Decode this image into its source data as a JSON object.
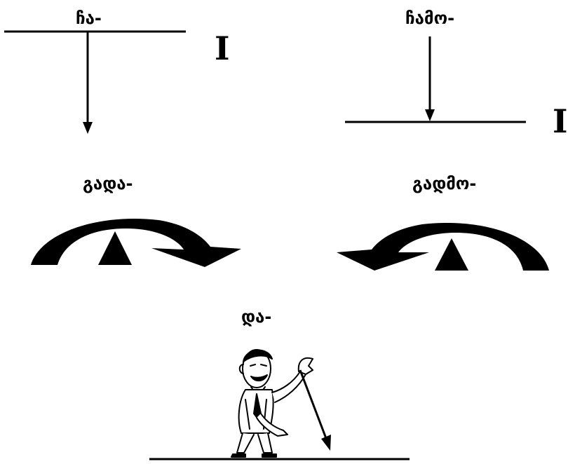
{
  "panels": {
    "cha": {
      "prefix": "ჩა-",
      "marker": "I"
    },
    "chamo": {
      "prefix": "ჩამო-",
      "marker": "I"
    },
    "gada": {
      "prefix": "გადა-"
    },
    "gadmo": {
      "prefix": "გადმო-"
    },
    "da": {
      "prefix": "და-"
    }
  },
  "colors": {
    "ink": "#000000",
    "background": "#ffffff"
  }
}
